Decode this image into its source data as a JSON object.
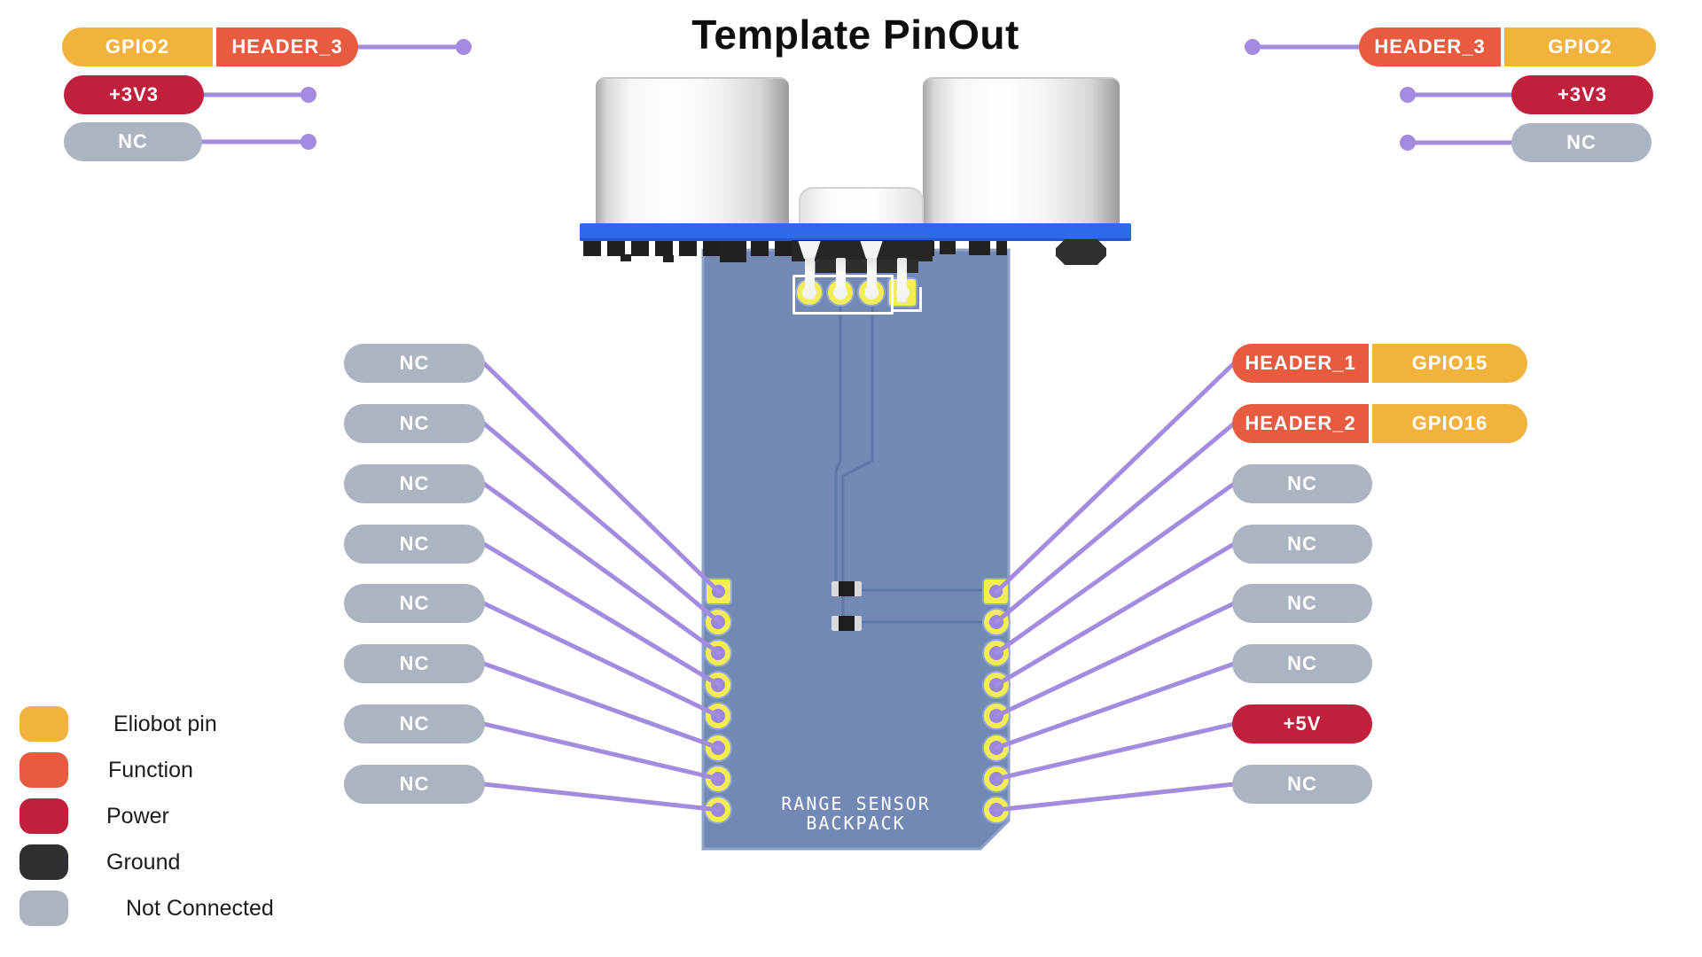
{
  "title": "Template PinOut",
  "colors": {
    "eliobot": "#F2B23E",
    "function": "#E75B40",
    "power": "#C1203D",
    "ground": "#302E32",
    "not_connected": "#ACB3C1",
    "line_purple": "#A38BE0",
    "pad_yellow": "#F2EC55",
    "pad_center": "#9C85DC",
    "board_blue": "#7289B6",
    "board_border": "#8EA3C7",
    "strip_blue": "#2D6AE9",
    "trace_blue": "#5E77A9"
  },
  "top_left_pins": [
    {
      "segments": [
        {
          "text": "GPIO2",
          "type": "eliobot"
        },
        {
          "text": "HEADER_3",
          "type": "function"
        }
      ]
    },
    {
      "segments": [
        {
          "text": "+3V3",
          "type": "power"
        }
      ]
    },
    {
      "segments": [
        {
          "text": "NC",
          "type": "not_connected"
        }
      ]
    }
  ],
  "top_right_pins": [
    {
      "segments": [
        {
          "text": "HEADER_3",
          "type": "function"
        },
        {
          "text": "GPIO2",
          "type": "eliobot"
        }
      ]
    },
    {
      "segments": [
        {
          "text": "+3V3",
          "type": "power"
        }
      ]
    },
    {
      "segments": [
        {
          "text": "NC",
          "type": "not_connected"
        }
      ]
    }
  ],
  "left_pins": [
    "NC",
    "NC",
    "NC",
    "NC",
    "NC",
    "NC",
    "NC",
    "NC"
  ],
  "right_pins": [
    {
      "segments": [
        {
          "text": "HEADER_1",
          "type": "function"
        },
        {
          "text": "GPIO15",
          "type": "eliobot"
        }
      ]
    },
    {
      "segments": [
        {
          "text": "HEADER_2",
          "type": "function"
        },
        {
          "text": "GPIO16",
          "type": "eliobot"
        }
      ]
    },
    {
      "segments": [
        {
          "text": "NC",
          "type": "not_connected"
        }
      ]
    },
    {
      "segments": [
        {
          "text": "NC",
          "type": "not_connected"
        }
      ]
    },
    {
      "segments": [
        {
          "text": "NC",
          "type": "not_connected"
        }
      ]
    },
    {
      "segments": [
        {
          "text": "NC",
          "type": "not_connected"
        }
      ]
    },
    {
      "segments": [
        {
          "text": "+5V",
          "type": "power"
        }
      ]
    },
    {
      "segments": [
        {
          "text": "NC",
          "type": "not_connected"
        }
      ]
    }
  ],
  "board": {
    "label_line1": "RANGE SENSOR",
    "label_line2": "BACKPACK"
  },
  "legend": [
    {
      "label": "Eliobot pin",
      "type": "eliobot"
    },
    {
      "label": "Function",
      "type": "function"
    },
    {
      "label": "Power",
      "type": "power"
    },
    {
      "label": "Ground",
      "type": "ground"
    },
    {
      "label": "Not Connected",
      "type": "not_connected"
    }
  ]
}
